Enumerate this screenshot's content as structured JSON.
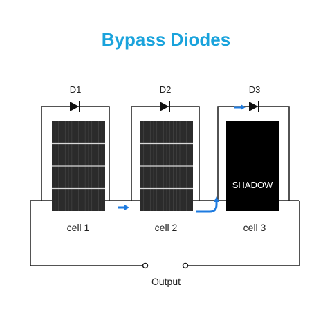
{
  "title": "Bypass Diodes",
  "diodes": [
    {
      "label": "D1"
    },
    {
      "label": "D2"
    },
    {
      "label": "D3"
    }
  ],
  "cells": [
    {
      "label": "cell 1",
      "state": "panel"
    },
    {
      "label": "cell 2",
      "state": "panel"
    },
    {
      "label": "cell 3",
      "state": "shaded",
      "overlay_text": "SHADOW"
    }
  ],
  "output_label": "Output",
  "colors": {
    "title": "#1aa3dc",
    "wire": "#1a1a1a",
    "current_arrow": "#1e7be0",
    "panel": "#2b2b2b",
    "shadow": "#000000",
    "overlay_text": "#ffffff"
  }
}
